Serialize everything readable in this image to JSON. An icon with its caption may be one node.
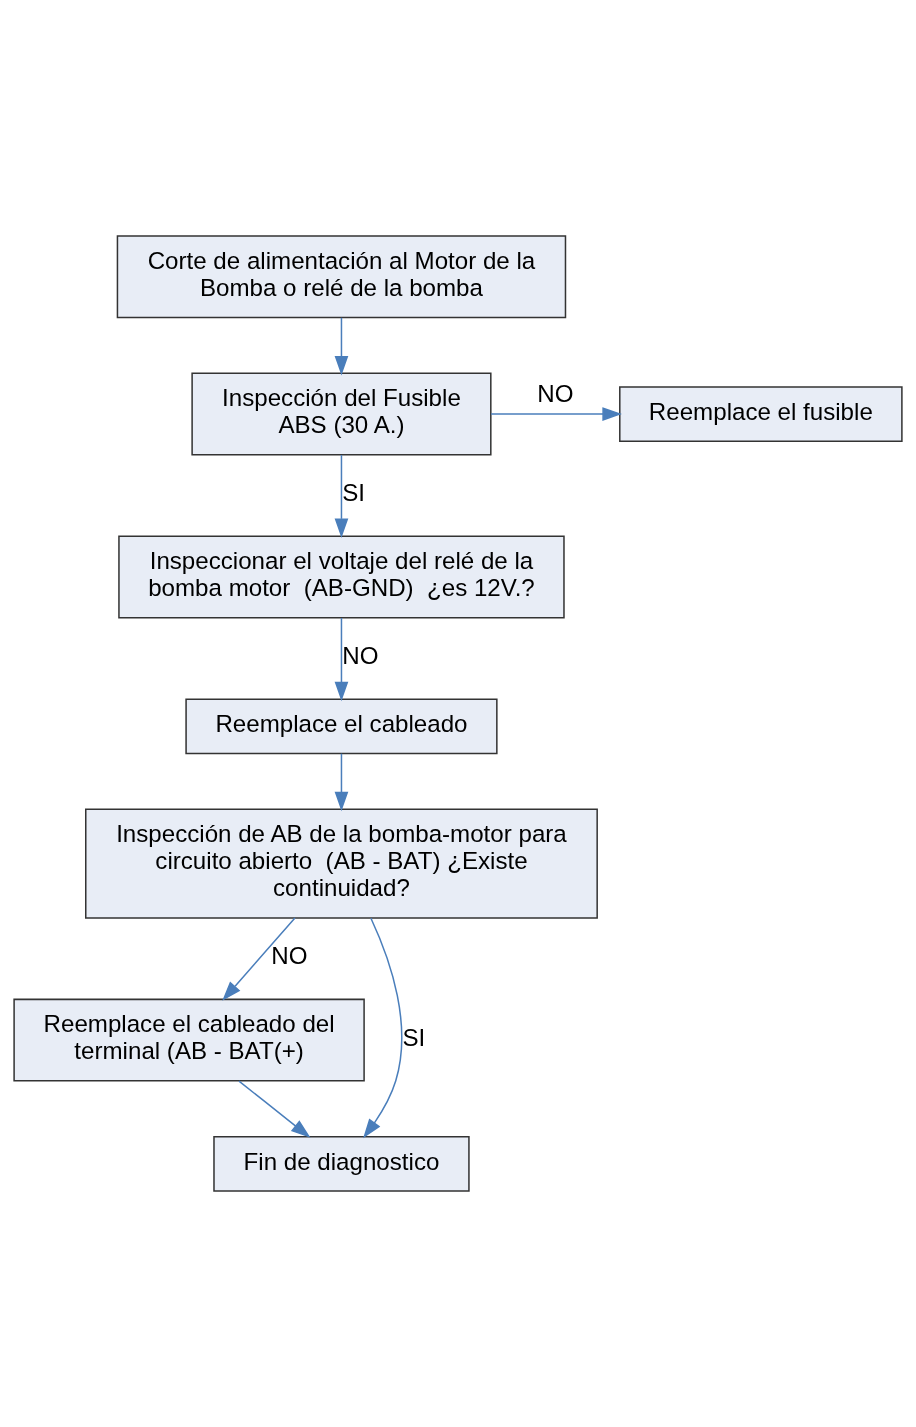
{
  "diagram": {
    "nodes": [
      {
        "text": [
          "Corte de alimentación al Motor de la Bomba o relé de la bomba"
        ]
      },
      {
        "text": [
          "Inspección del Fusible ABS (30 A.)"
        ]
      },
      {
        "text": [
          "Reemplace el fusible"
        ]
      },
      {
        "text": [
          "Inspeccionar el voltaje del relé de la bomba motor  (AB-GND)  ¿es 12V.?"
        ]
      },
      {
        "text": [
          "Reemplace el cableado"
        ]
      },
      {
        "text": [
          "Inspección de AB de la bomba-motor para circuito abierto  (AB - BAT) ¿Existe continuidad?"
        ]
      },
      {
        "text": [
          "Reemplace el cableado del terminal (AB - BAT(+)"
        ]
      },
      {
        "text": [
          "Fin de diagnostico"
        ]
      }
    ],
    "edges": [
      {
        "from": 0,
        "to": 1,
        "arrow": "to"
      },
      {
        "from": 1,
        "to": 2,
        "arrow": "to",
        "label": "NO"
      },
      {
        "from": 1,
        "to": 3,
        "arrow": "to",
        "label": "SI"
      },
      {
        "from": 3,
        "to": 4,
        "arrow": "to",
        "label": "NO"
      },
      {
        "from": 4,
        "to": 5,
        "arrow": "to"
      },
      {
        "from": 5,
        "to": 6,
        "arrow": "to",
        "label": "NO"
      },
      {
        "from": 5,
        "to": 7,
        "arrow": "to",
        "label": "SI"
      },
      {
        "from": 6,
        "to": 7,
        "arrow": "to"
      }
    ]
  }
}
